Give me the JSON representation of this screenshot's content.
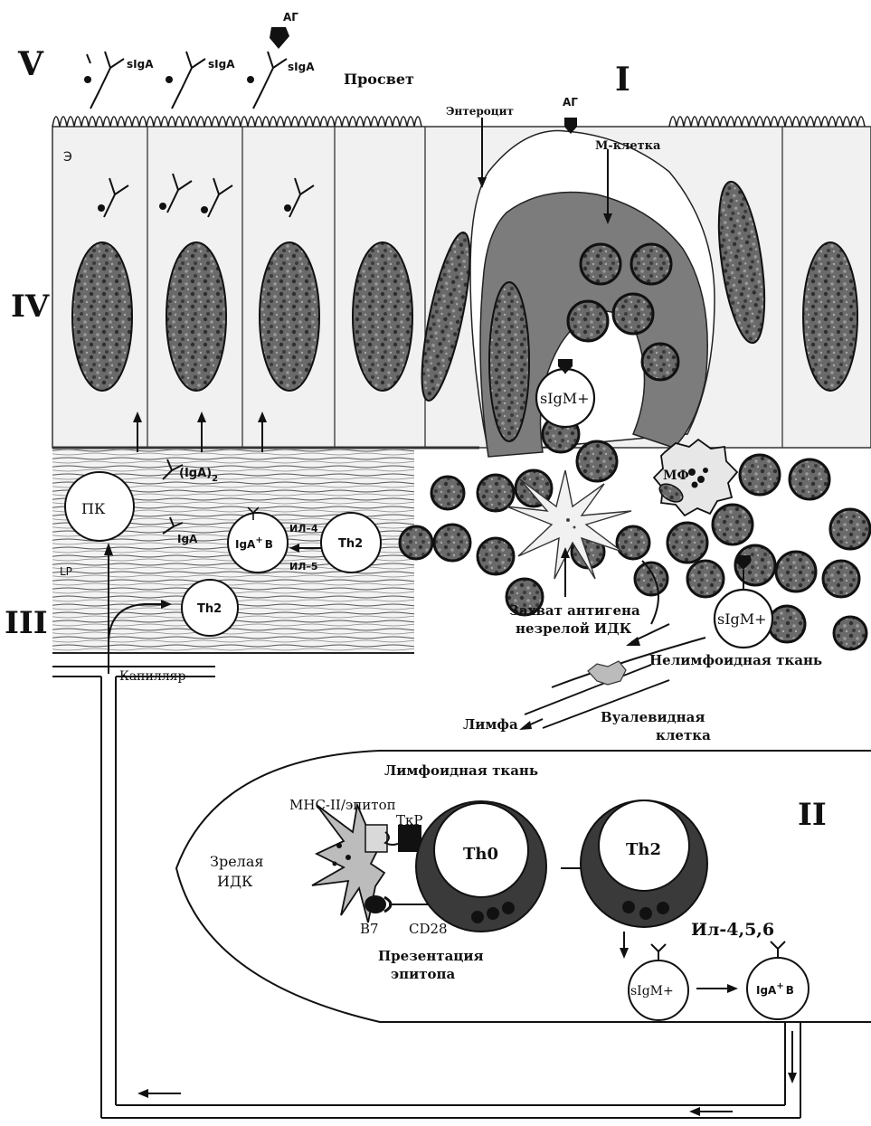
{
  "roman": {
    "i": "I",
    "ii": "II",
    "iii": "III",
    "iv": "IV",
    "v": "V"
  },
  "lumen": {
    "title": "Просвет",
    "siga": "sIgA",
    "ag": "АГ"
  },
  "epithelium": {
    "e_label": "Э",
    "enterocyte": "Энтероцит",
    "ag": "АГ",
    "m_cell": "М-клетка",
    "sigm": "sIgM+"
  },
  "lamina_propria": {
    "pk": "ПК",
    "iga2": "(IgA)",
    "iga2_sub": "2",
    "iga": "IgA",
    "igab": "IgA",
    "igab_sup": "+",
    "igab_b": "B",
    "il4": "ИЛ–4",
    "il5": "ИЛ–5",
    "th2": "Th2",
    "th2b": "Th2",
    "lp": "LP",
    "capillary": "Капилляр"
  },
  "follicle": {
    "mf": "МФ",
    "capture1": "Захват антигена",
    "capture2": "незрелой ИДК",
    "sigm": "sIgM+",
    "nonlymphoid": "Нелимфоидная ткань"
  },
  "lymph": {
    "lymph": "Лимфа",
    "veiled1": "Вуалевидная",
    "veiled2": "клетка"
  },
  "lymphoid_tissue": {
    "title": "Лимфоидная ткань",
    "mhc": "МНС-II/эпитоп",
    "tcr": "ТкР",
    "th0": "Th0",
    "th2": "Th2",
    "mature1": "Зрелая",
    "mature2": "ИДК",
    "b7": "B7",
    "cd28": "CD28",
    "present1": "Презентация",
    "present2": "эпитопа",
    "il456": "Ил-4,5,6",
    "sigm": "sIgM+",
    "igab": "IgA",
    "igab_sup": "+",
    "igab_b": "B"
  }
}
